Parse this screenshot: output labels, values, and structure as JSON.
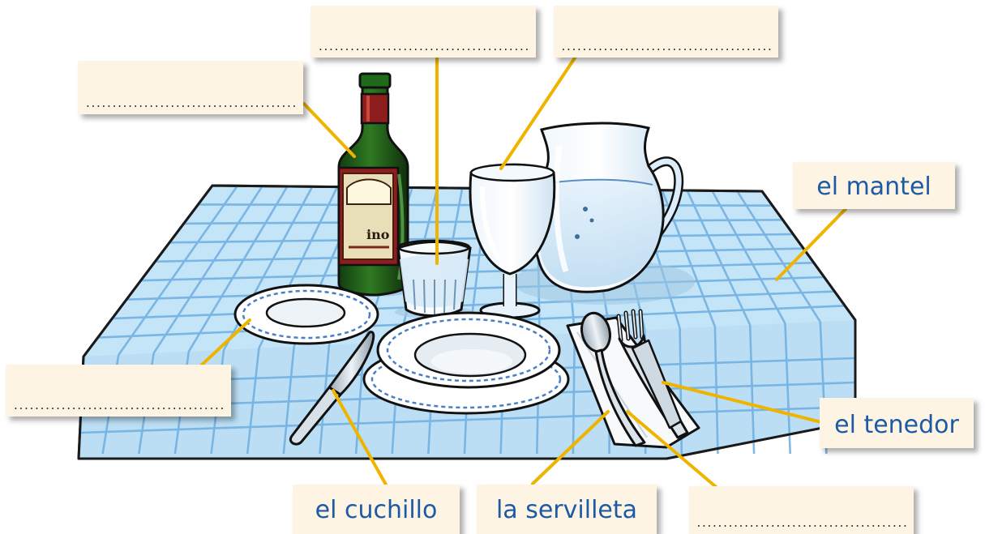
{
  "labels": {
    "bottle_blank": "........................................",
    "glass_blank": "........................................",
    "wineglass_blank": "........................................",
    "saucer_blank": "........................................",
    "spoon_blank": "........................................",
    "tablecloth": "el mantel",
    "fork": "el tenedor",
    "knife": "el cuchillo",
    "napkin": "la servilleta"
  },
  "colors": {
    "label_bg": "#fdf4e3",
    "label_text": "#1d5aa6",
    "leader_line": "#eeb400",
    "tablecloth": "#c4e4f7",
    "grid": "#6eaee0"
  }
}
